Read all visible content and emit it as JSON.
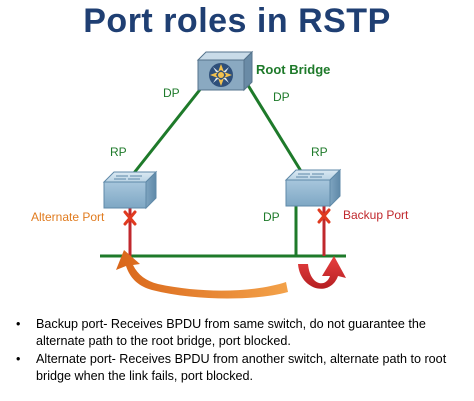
{
  "title": "Port roles in RSTP",
  "root_bridge": {
    "label": "Root Bridge"
  },
  "left_switch": {
    "upper_port": "RP",
    "lower_port": "Alternate Port"
  },
  "right_switch": {
    "upper_port": "RP",
    "lower_port": "DP",
    "backup_port": "Backup Port"
  },
  "root_links": {
    "left_port": "DP",
    "right_port": "DP"
  },
  "notes": [
    "Backup port- Receives BPDU from same switch, do not guarantee the alternate path to the root bridge, port blocked.",
    "Alternate port- Receives BPDU from another switch, alternate path to root bridge when the link fails, port blocked."
  ],
  "colors": {
    "title": "#1f3f73",
    "link": "#1e7a2a",
    "alternate": "#e07b1f",
    "backup": "#c0282d",
    "blocked_marker": "#e03a1f",
    "switch_body": "#9cbfd6"
  },
  "icons": [
    "root-bridge-icon",
    "switch-icon",
    "blocked-port-icon"
  ]
}
